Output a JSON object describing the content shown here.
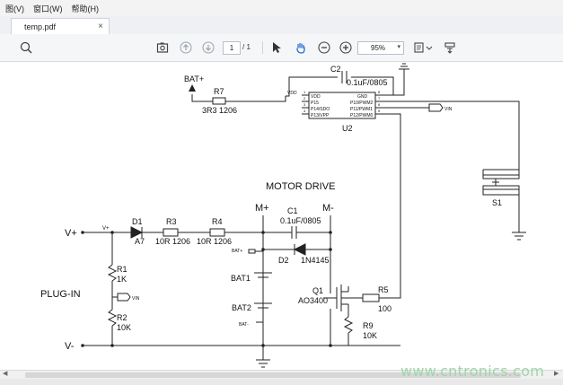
{
  "menubar": {
    "items": [
      "图(V)",
      "窗口(W)",
      "帮助(H)"
    ]
  },
  "tab": {
    "label": "temp.pdf",
    "close": "×"
  },
  "toolbar": {
    "page_current": "1",
    "page_total": "/ 1",
    "zoom": "95%",
    "zoom_caret": "▾"
  },
  "schematic": {
    "bat_plus_top": "BAT+",
    "r7_name": "R7",
    "r7_value": "3R3 1206",
    "c2_label": "C2",
    "c2_value": "0.1uF/0805",
    "vdd_net": "VDD",
    "u2_pins_left": [
      "VDD",
      "P15",
      "P14/SDO",
      "P13/VPP"
    ],
    "u2_pins_right": [
      "GND",
      "P10/PWM2",
      "P11/PWM1",
      "P12/PWM0"
    ],
    "u2_pin_nums_left": [
      "1",
      "2",
      "3",
      "4"
    ],
    "u2_pin_nums_right": [
      "8",
      "7",
      "6",
      "5"
    ],
    "u2_name": "U2",
    "vin_flag_top": "VIN",
    "s1_name": "S1",
    "title_motor": "MOTOR DRIVE",
    "m_plus": "M+",
    "m_minus": "M-",
    "c1_label": "C1",
    "c1_value": "0.1uF/0805",
    "v_plus": "V+",
    "v_plus_net": "V+",
    "d1_name": "D1",
    "d1_value": "A7",
    "r3_name": "R3",
    "r3_value": "10R 1206",
    "r4_name": "R4",
    "r4_value": "10R 1206",
    "bat_plus_flag": "BAT+",
    "d2_name": "D2",
    "d2_value": "1N4145",
    "r1_name": "R1",
    "r1_value": "1K",
    "vin_flag_left": "VIN",
    "plug_in": "PLUG-IN",
    "r2_name": "R2",
    "r2_value": "10K",
    "bat1": "BAT1",
    "bat2": "BAT2",
    "bat_minus_flag": "BAT-",
    "q1_name": "Q1",
    "q1_value": "AO3400",
    "r5_name": "R5",
    "r5_value": "100",
    "r9_name": "R9",
    "r9_value": "10K",
    "v_minus": "V-"
  },
  "watermark": "www.cntronics.com"
}
